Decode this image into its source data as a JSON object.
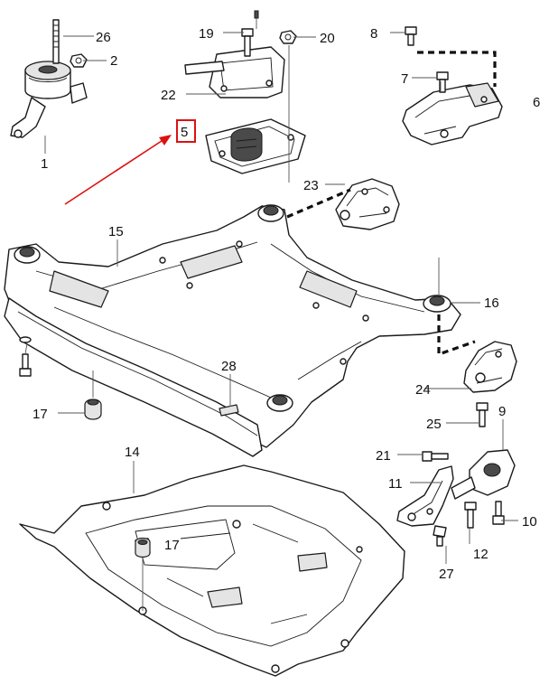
{
  "callouts": {
    "c1": "1",
    "c2": "2",
    "c5": "5",
    "c6": "6",
    "c7": "7",
    "c8": "8",
    "c9": "9",
    "c10": "10",
    "c11": "11",
    "c12": "12",
    "c14": "14",
    "c15": "15",
    "c16": "16",
    "c17a": "17",
    "c17b": "17",
    "c19": "19",
    "c20": "20",
    "c21": "21",
    "c22": "22",
    "c23": "23",
    "c24": "24",
    "c25": "25",
    "c26": "26",
    "c27": "27",
    "c28": "28"
  },
  "highlight": {
    "color": "#dd1111",
    "callout": "5"
  },
  "colors": {
    "line": "#1a1a1a",
    "background": "#ffffff",
    "shade": "#e4e4e4"
  }
}
